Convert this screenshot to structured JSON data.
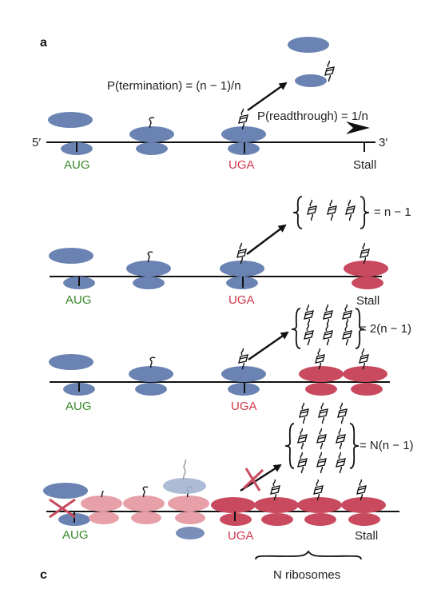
{
  "panel_a_label": "a",
  "panel_c_label": "c",
  "five_prime": "5′",
  "three_prime": "3′",
  "start_codon": "AUG",
  "stop_codon": "UGA",
  "stall_label": "Stall",
  "p_termination": "P(termination) = (n − 1)/n",
  "p_readthrough": "P(readthrough) = 1/n",
  "row2_count": "= n − 1",
  "row3_count": "= 2(n − 1)",
  "row4_count": "= N(n − 1)",
  "n_ribosomes": "N ribosomes",
  "colors": {
    "ribosome": "#6a83b3",
    "ribosome_faded": "#a6b4d1",
    "stalled_ribosome": "#c94a5e",
    "stalled_ribosome_faded": "#e79fa8",
    "start_codon": "#3a8a2c",
    "stop_codon": "#d2354a"
  }
}
